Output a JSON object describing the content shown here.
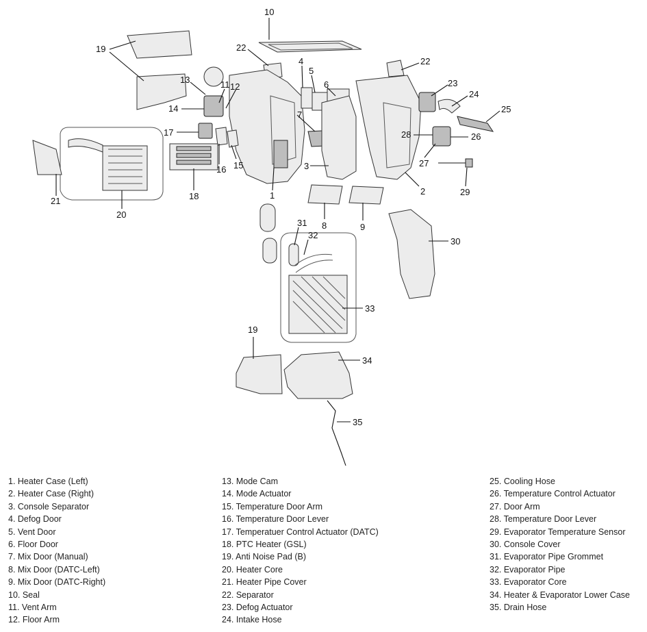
{
  "callouts": [
    "10",
    "22",
    "19",
    "13",
    "11",
    "14",
    "12",
    "4",
    "5",
    "6",
    "7",
    "22",
    "23",
    "24",
    "25",
    "28",
    "26",
    "27",
    "29",
    "17",
    "16",
    "15",
    "3",
    "1",
    "2",
    "21",
    "20",
    "18",
    "8",
    "9",
    "31",
    "32",
    "30",
    "33",
    "19",
    "34",
    "35"
  ],
  "legend": {
    "col1": [
      "1. Heater Case (Left)",
      "2. Heater Case (Right)",
      "3. Console Separator",
      "4. Defog Door",
      "5. Vent Door",
      "6. Floor Door",
      "7. Mix Door (Manual)",
      "8. Mix Door (DATC-Left)",
      "9. Mix Door (DATC-Right)",
      "10. Seal",
      "11. Vent Arm",
      "12. Floor Arm"
    ],
    "col2": [
      "13. Mode Cam",
      "14. Mode Actuator",
      "15. Temperature Door Arm",
      "16. Temperature Door Lever",
      "17. Temperatuer Control Actuator (DATC)",
      "18. PTC Heater (GSL)",
      "19. Anti Noise Pad (B)",
      "20. Heater Core",
      "21. Heater Pipe Cover",
      "22. Separator",
      "23. Defog Actuator",
      "24. Intake Hose"
    ],
    "col3": [
      "25. Cooling Hose",
      "26. Temperature Control Actuator",
      "27. Door Arm",
      "28. Temperature Door Lever",
      "29. Evaporator Temperature Sensor",
      "30. Console Cover",
      "31. Evaporator Pipe Grommet",
      "32. Evaporator Pipe",
      "33. Evaporator Core",
      "34. Heater & Evaporator Lower Case",
      "35. Drain Hose"
    ]
  }
}
